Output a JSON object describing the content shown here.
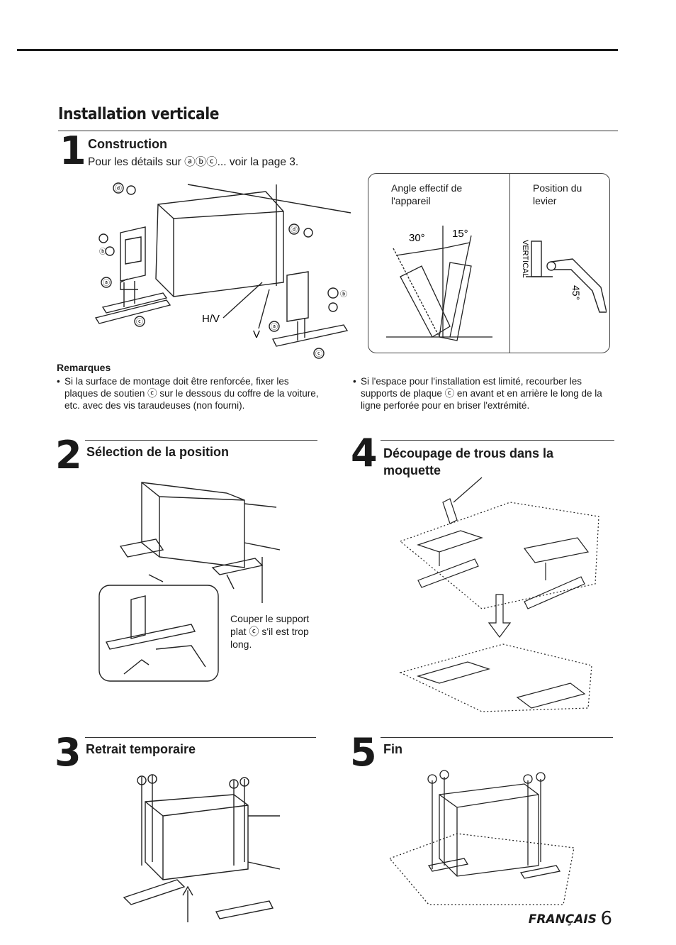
{
  "section": {
    "title": "Installation verticale"
  },
  "step1": {
    "number": "1",
    "heading": "Construction",
    "detail": "Pour les détails sur ⓐⓑⓒ... voir la page 3.",
    "labels": {
      "a1": "ⓐ",
      "b1": "ⓑ",
      "c1": "ⓒ",
      "d1": "ⓓ",
      "hv": "H/V",
      "v": "V",
      "d2": "ⓓ",
      "b2": "ⓑ",
      "a2": "ⓐ",
      "c2": "ⓒ"
    },
    "angle_box": {
      "left_title": "Angle effectif de l'appareil",
      "angle_a": "30°",
      "angle_b": "15°",
      "right_title": "Position du levier",
      "vertical": "VERTICAL",
      "lever_angle": "45°"
    }
  },
  "remarks": {
    "title": "Remarques",
    "left": "Si la surface de montage doit être renforcée, fixer les plaques de soutien ⓒ sur le dessous du coffre de la voiture, etc. avec des vis taraudeuses (non fourni).",
    "right": "Si l'espace pour l'installation est limité, recourber les supports de plaque ⓒ en avant et en arrière le long de la ligne perforée pour en briser l'extrémité."
  },
  "step2": {
    "number": "2",
    "heading": "Sélection de la position",
    "caption": "Couper le support plat ⓒ s'il est trop long."
  },
  "step3": {
    "number": "3",
    "heading": "Retrait temporaire"
  },
  "step4": {
    "number": "4",
    "heading": "Découpage de trous dans la moquette"
  },
  "step5": {
    "number": "5",
    "heading": "Fin"
  },
  "footer": {
    "language": "FRANÇAIS",
    "page": "6"
  }
}
